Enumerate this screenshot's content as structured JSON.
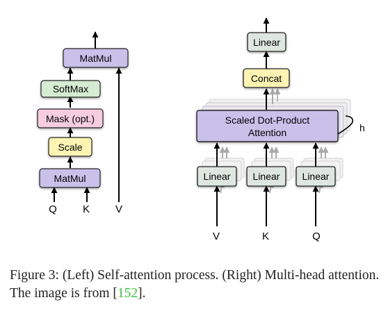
{
  "left_diagram": {
    "blocks": {
      "matmul_top": "MatMul",
      "softmax": "SoftMax",
      "mask": "Mask (opt.)",
      "scale": "Scale",
      "matmul_bottom": "MatMul"
    },
    "inputs": {
      "q": "Q",
      "k": "K",
      "v": "V"
    }
  },
  "right_diagram": {
    "blocks": {
      "linear_out": "Linear",
      "concat": "Concat",
      "attention_line1": "Scaled Dot-Product",
      "attention_line2": "Attention",
      "linear_v": "Linear",
      "linear_k": "Linear",
      "linear_q": "Linear"
    },
    "heads_label": "h",
    "inputs": {
      "v": "V",
      "k": "K",
      "q": "Q"
    }
  },
  "caption": {
    "text_before_ref": "Figure 3: (Left) Self-attention process. (Right) Multi-head attention. The image is from [",
    "ref": "152",
    "text_after_ref": "]."
  },
  "colors": {
    "matmul": "#c9c1ea",
    "softmax": "#d5ecd3",
    "mask": "#f6cde0",
    "scale": "#fdf4b3",
    "linear": "#dde6df",
    "concat": "#fdf4b3",
    "attention": "#c9c1ea",
    "reference": "#33cc33"
  }
}
